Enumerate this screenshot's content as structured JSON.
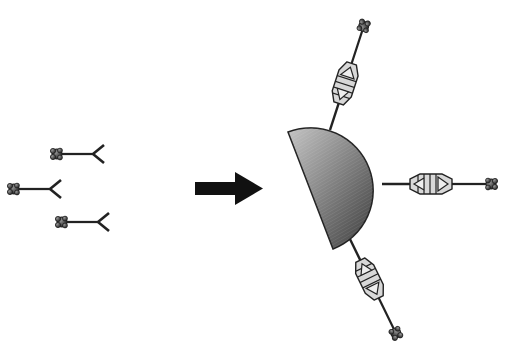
{
  "diagram": {
    "description_free": true,
    "free_molecule_count": 3,
    "bound_arm_count": 3,
    "arrow_direction": "right",
    "colors": {
      "background": "#ffffff",
      "stroke": "#222222",
      "arrow": "#111111",
      "core_light": "#b8b8b8",
      "core_dark": "#4a4a4a",
      "bead": "#333333"
    }
  }
}
